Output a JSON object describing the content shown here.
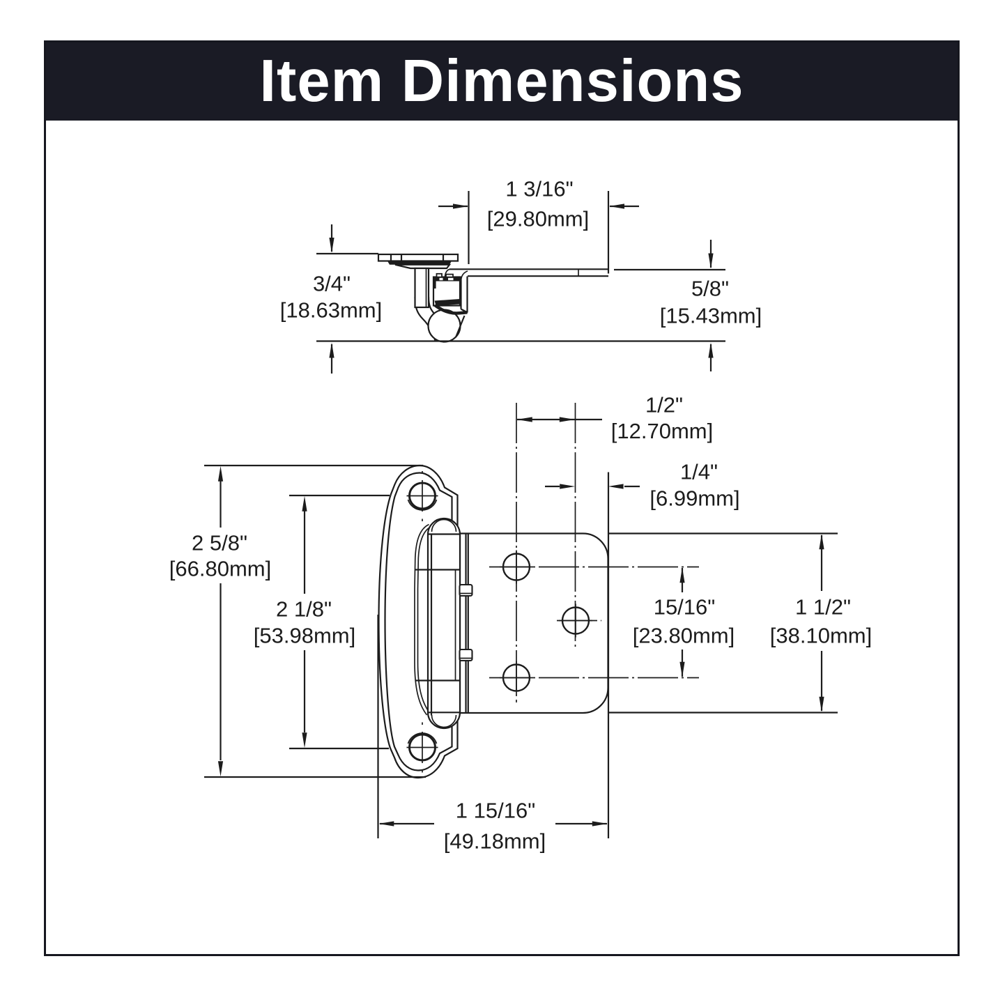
{
  "header": {
    "title": "Item Dimensions",
    "background_color": "#1a1b25",
    "text_color": "#ffffff"
  },
  "drawing": {
    "line_color": "#1c1c1c",
    "views": [
      "hinge-side-profile",
      "hinge-front-face"
    ],
    "dimensions": {
      "overhang_width": {
        "in": "1 3/16\"",
        "mm": "[29.80mm]"
      },
      "frame_side_height": {
        "in": "3/4\"",
        "mm": "[18.63mm]"
      },
      "door_side_height": {
        "in": "5/8\"",
        "mm": "[15.43mm]"
      },
      "hole_offset": {
        "in": "1/2\"",
        "mm": "[12.70mm]"
      },
      "edge_offset": {
        "in": "1/4\"",
        "mm": "[6.99mm]"
      },
      "plate_height": {
        "in": "2 5/8\"",
        "mm": "[66.80mm]"
      },
      "screw_spacing": {
        "in": "2 1/8\"",
        "mm": "[53.98mm]"
      },
      "wing_hole_spacing": {
        "in": "15/16\"",
        "mm": "[23.80mm]"
      },
      "wing_height": {
        "in": "1 1/2\"",
        "mm": "[38.10mm]"
      },
      "overall_width": {
        "in": "1 15/16\"",
        "mm": "[49.18mm]"
      }
    }
  }
}
